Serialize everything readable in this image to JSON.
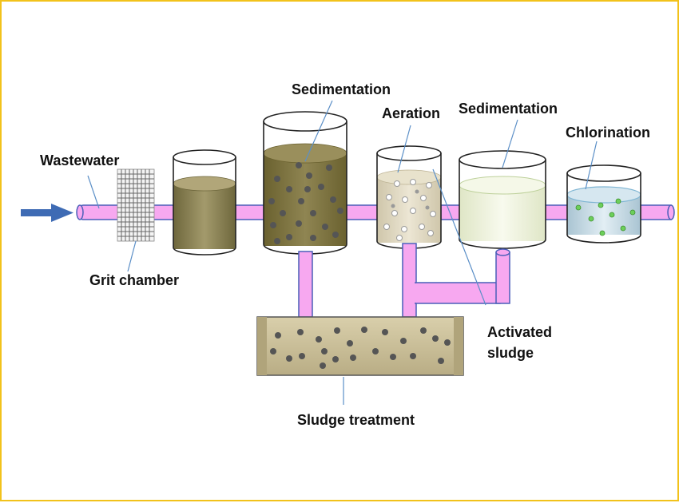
{
  "labels": {
    "wastewater": "Wastewater",
    "grit_chamber": "Grit chamber",
    "sedimentation_primary": "Sedimentation",
    "aeration": "Aeration",
    "sedimentation_secondary": "Sedimentation",
    "chlorination": "Chlorination",
    "activated_sludge_line1": "Activated",
    "activated_sludge_line2": "sludge",
    "sludge_treatment": "Sludge treatment"
  },
  "colors": {
    "border": "#f2c21b",
    "pipe": "#f7a8f0",
    "pipe_outline": "#4a5fb8",
    "inlet_arrow": "#3e6bb4",
    "leader_line": "#5b8fc7",
    "grit_liquid": "#7d7446",
    "primary_liquid": "#7a6f3e",
    "aeration_liquid": "#ddd6c0",
    "secondary_liquid": "#eff3dc",
    "chlorination_liquid": "#c6dbe6",
    "sludge_box": "#c9bd97",
    "particle": "#555555",
    "chlorine_dot": "#6ccf5a"
  }
}
